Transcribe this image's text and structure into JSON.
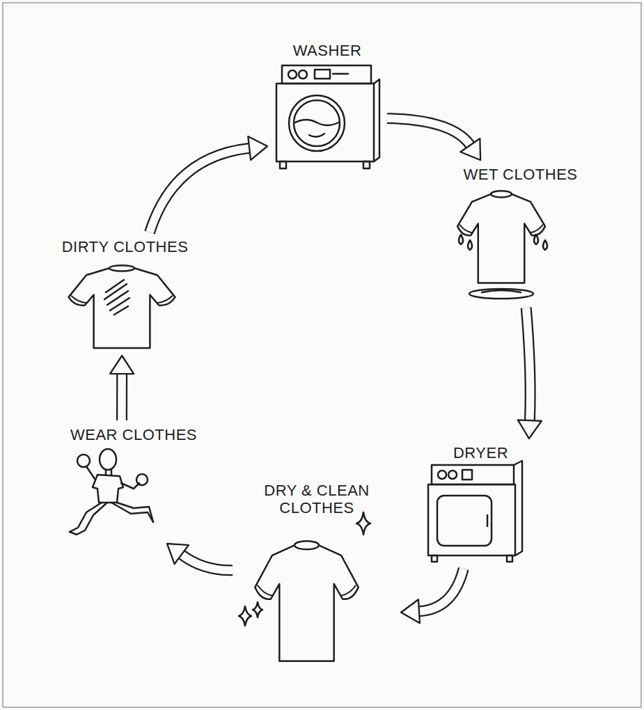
{
  "diagram": {
    "nodes": [
      {
        "text": [
          "WASHER"
        ]
      },
      {
        "text": [
          "WET CLOTHES"
        ]
      },
      {
        "text": [
          "DRYER"
        ]
      },
      {
        "text": [
          "DRY & CLEAN CLOTHES"
        ]
      },
      {
        "text": [
          "WEAR CLOTHES"
        ]
      },
      {
        "text": [
          "DIRTY CLOTHES"
        ]
      }
    ],
    "edges": [
      {
        "from": 0,
        "to": 1,
        "arrow": "to"
      },
      {
        "from": 1,
        "to": 2,
        "arrow": "to"
      },
      {
        "from": 2,
        "to": 3,
        "arrow": "to"
      },
      {
        "from": 3,
        "to": 4,
        "arrow": "to"
      },
      {
        "from": 4,
        "to": 5,
        "arrow": "to"
      },
      {
        "from": 5,
        "to": 0,
        "arrow": "to"
      }
    ]
  }
}
